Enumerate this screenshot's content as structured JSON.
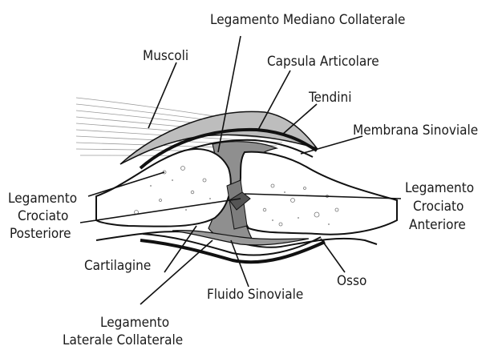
{
  "labels": {
    "medial_collateral": "Legamento Mediano Collaterale",
    "muscles": "Muscoli",
    "capsule": "Capsula Articolare",
    "tendons": "Tendini",
    "synovial_membrane": "Membrana Sinoviale",
    "pcl_line1": "Legamento",
    "pcl_line2": "Crociato",
    "pcl_line3": "Posteriore",
    "acl_line1": "Legamento",
    "acl_line2": "Crociato",
    "acl_line3": "Anteriore",
    "cartilage": "Cartilagine",
    "synovial_fluid": "Fluido Sinoviale",
    "bone": "Osso",
    "lcl_line1": "Legamento",
    "lcl_line2": "Laterale Collaterale"
  }
}
